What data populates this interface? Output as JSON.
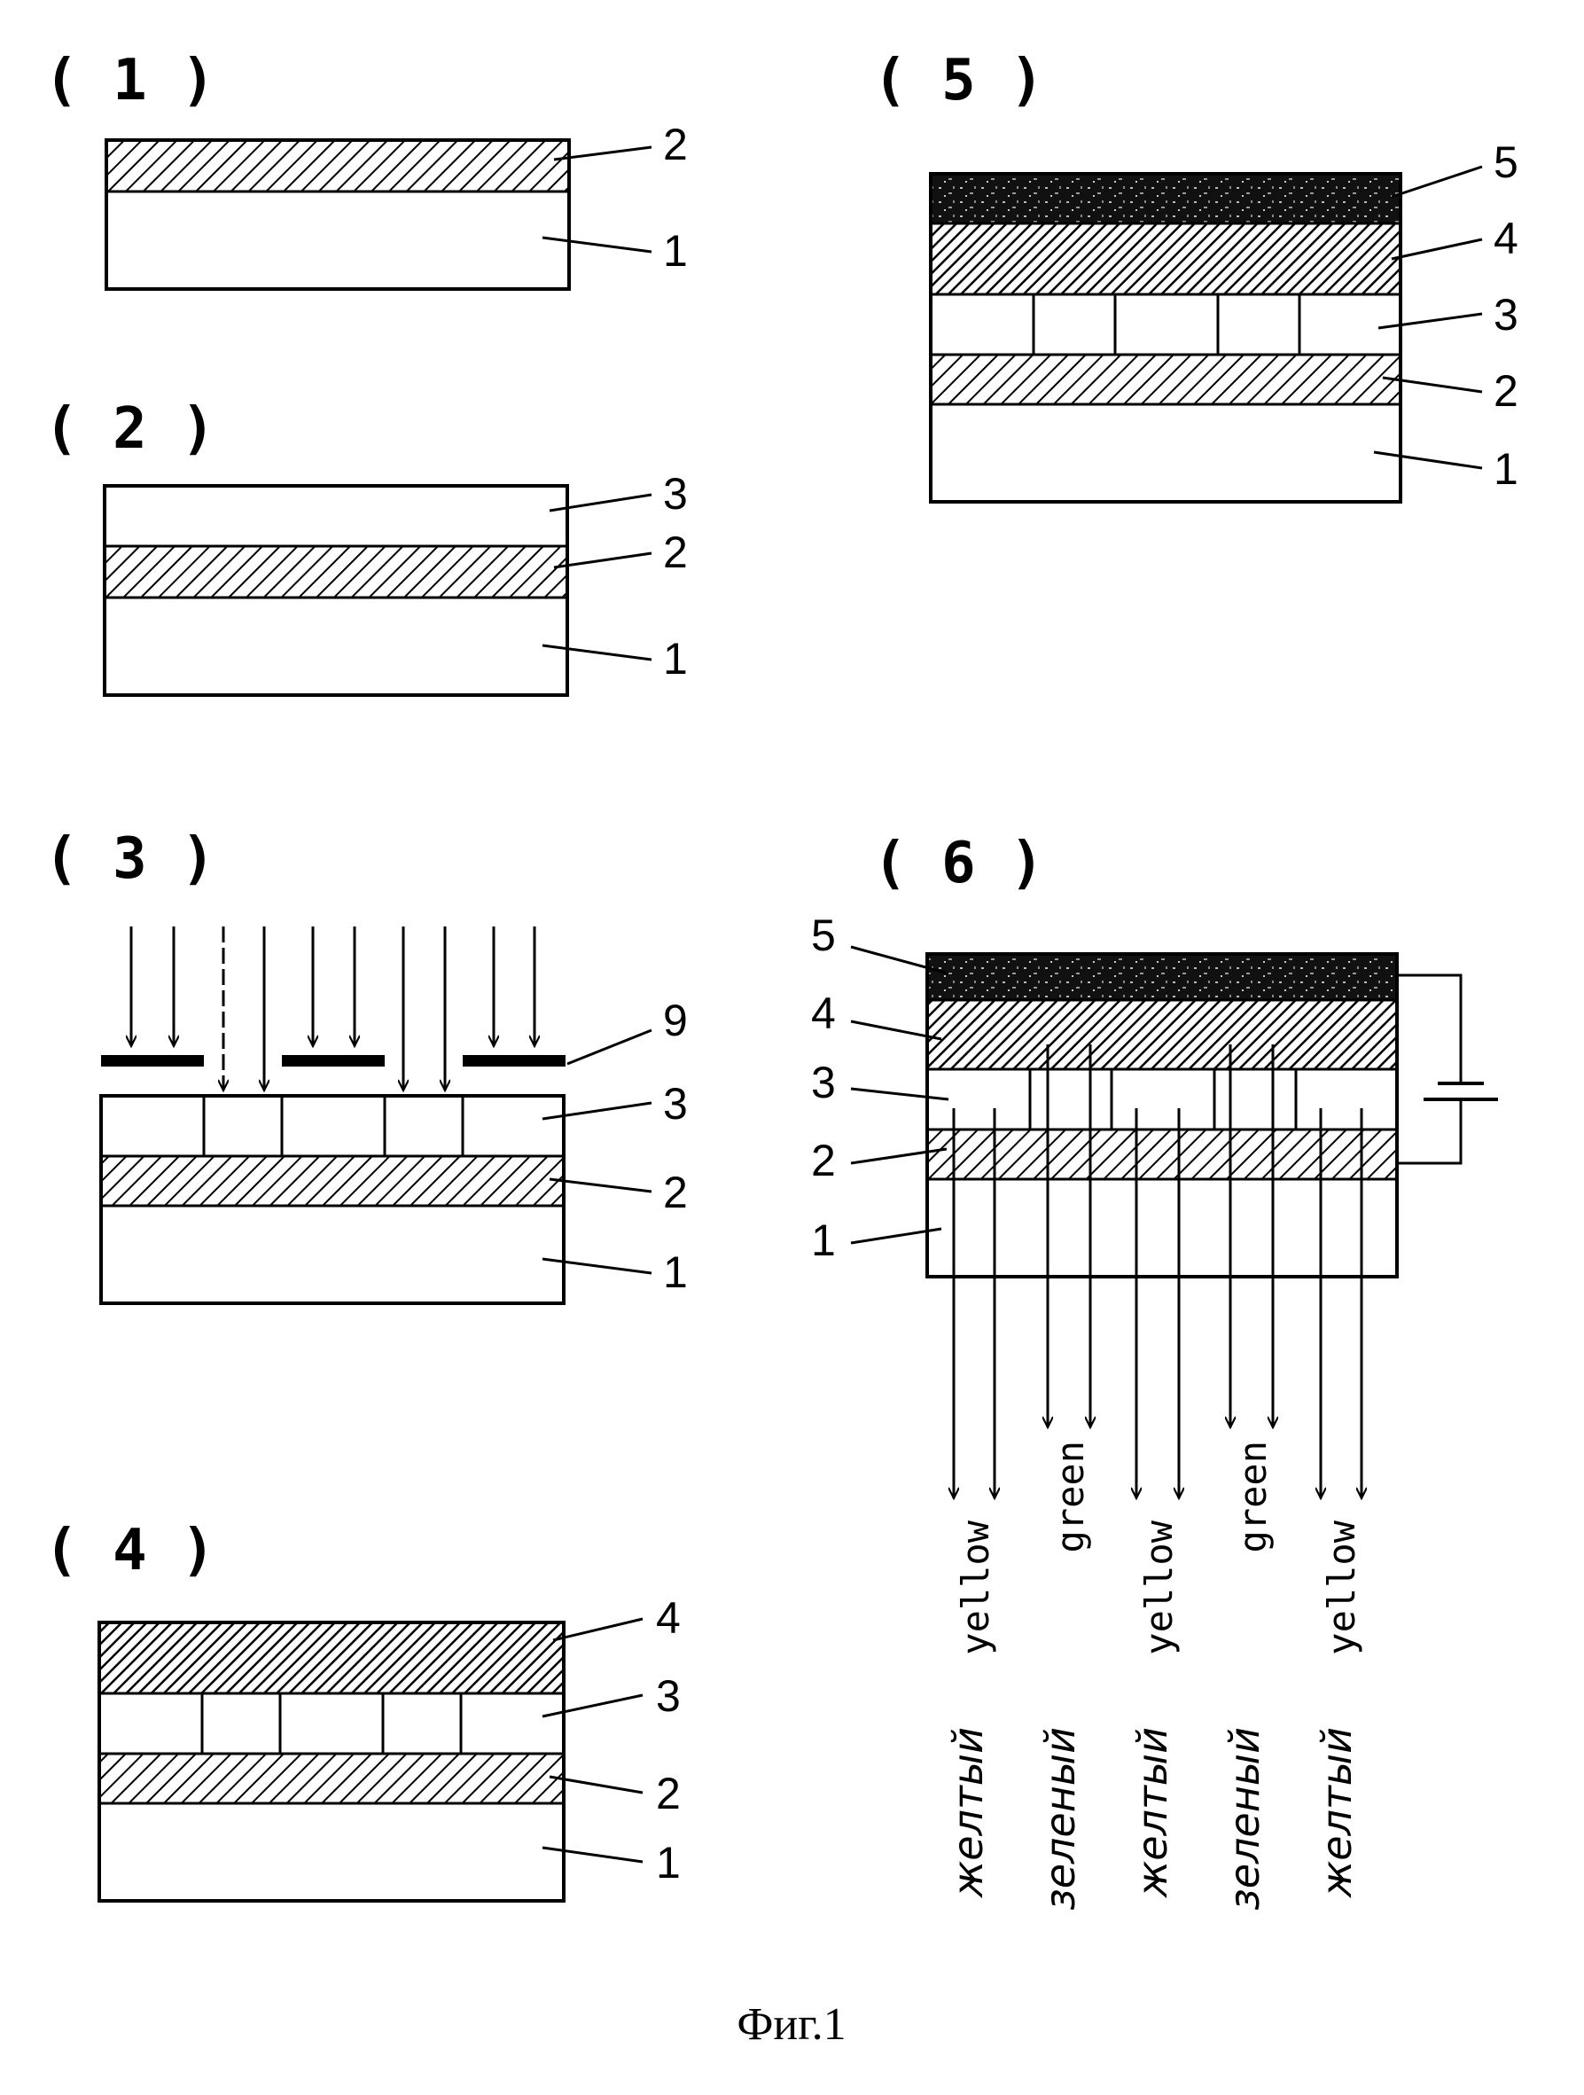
{
  "panels": [
    {
      "label": "( 1 )",
      "leaders": [
        "2",
        "1"
      ]
    },
    {
      "label": "( 2 )",
      "leaders": [
        "3",
        "2",
        "1"
      ]
    },
    {
      "label": "( 3 )",
      "leaders": [
        "9",
        "3",
        "2",
        "1"
      ]
    },
    {
      "label": "( 4 )",
      "leaders": [
        "4",
        "3",
        "2",
        "1"
      ]
    },
    {
      "label": "( 5 )",
      "leaders": [
        "5",
        "4",
        "3",
        "2",
        "1"
      ]
    },
    {
      "label": "( 6 )",
      "leaders": [
        "5",
        "4",
        "3",
        "2",
        "1"
      ]
    }
  ],
  "emission_labels": {
    "english": [
      "yellow",
      "green",
      "yellow",
      "green",
      "yellow"
    ],
    "russian": [
      "желтый",
      "зеленый",
      "желтый",
      "зеленый",
      "желтый"
    ]
  },
  "caption": "Фиг.1"
}
